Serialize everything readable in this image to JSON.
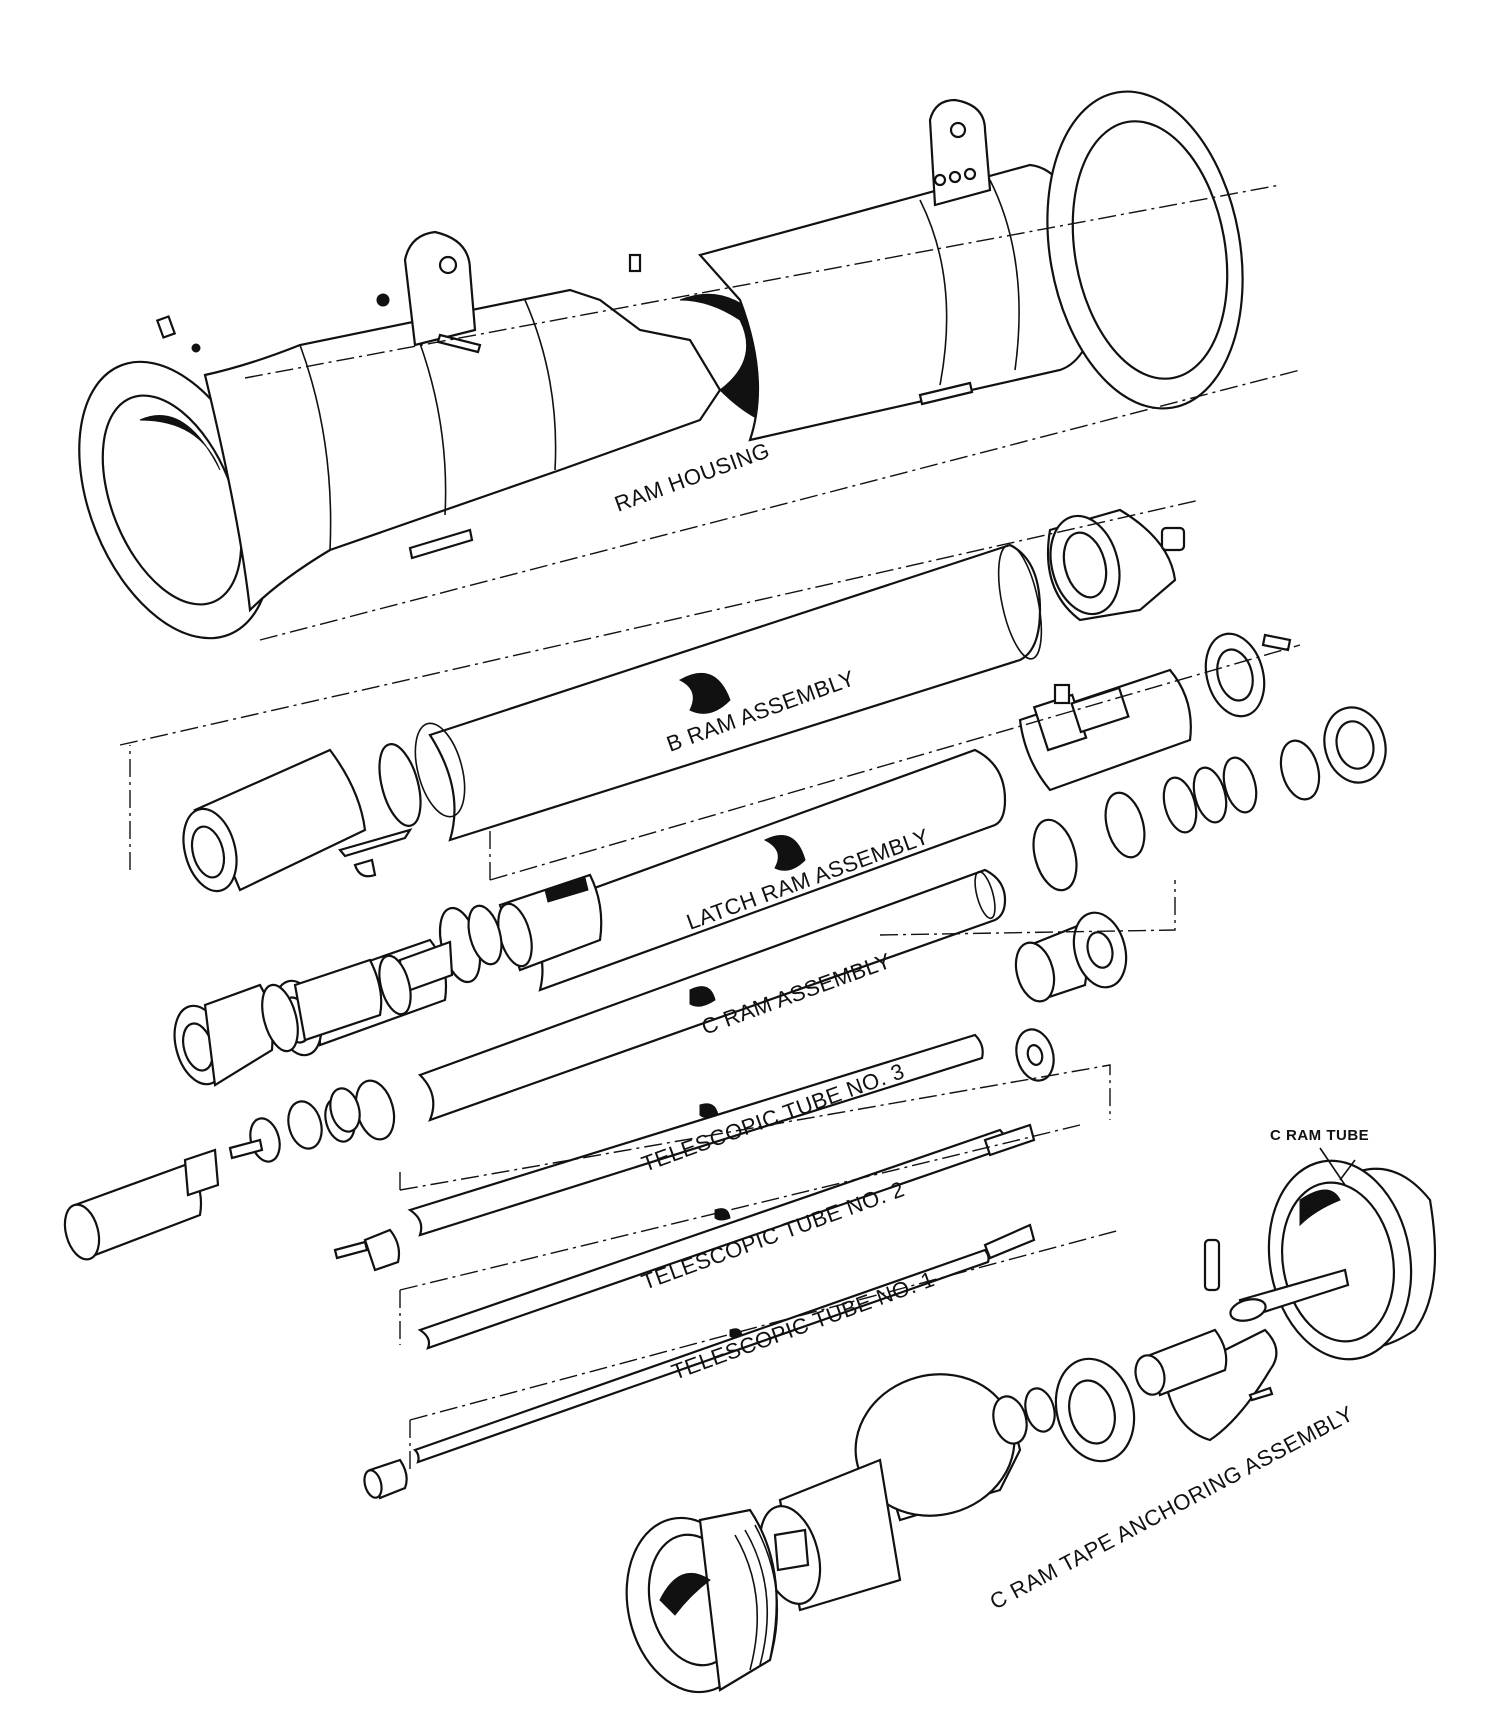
{
  "diagram": {
    "labels": {
      "ram_housing": "RAM HOUSING",
      "b_ram_assembly": "B  RAM ASSEMBLY",
      "latch_ram_assembly": "LATCH RAM ASSEMBLY",
      "c_ram_assembly": "C  RAM ASSEMBLY",
      "telescopic_tube_3": "TELESCOPIC TUBE NO. 3",
      "telescopic_tube_2": "TELESCOPIC TUBE NO. 2",
      "telescopic_tube_1": "TELESCOPIC TUBE NO. 1",
      "c_ram_tube": "C  RAM TUBE",
      "c_ram_tape_anchoring": "C  RAM TAPE ANCHORING ASSEMBLY"
    },
    "colors": {
      "ink": "#111111",
      "background": "#ffffff"
    }
  }
}
